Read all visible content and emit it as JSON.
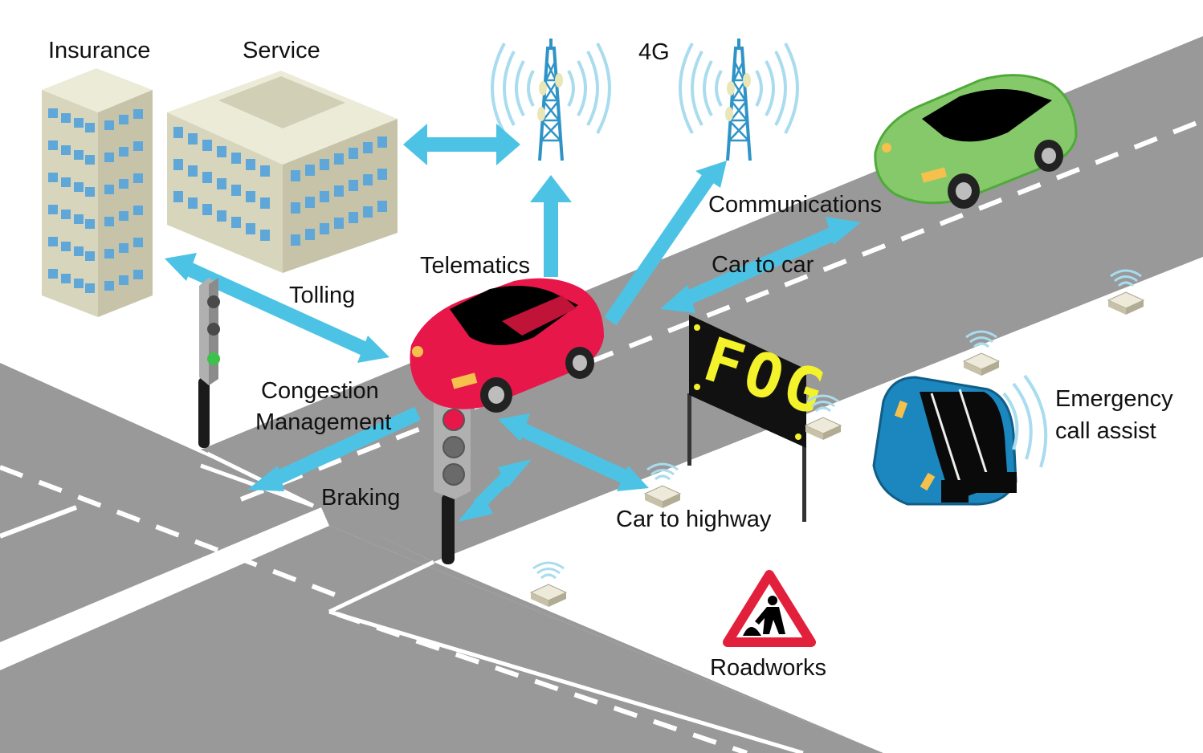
{
  "labels": {
    "insurance": "Insurance",
    "service": "Service",
    "g4": "4G",
    "communications": "Communications",
    "car_to_car": "Car to car",
    "telematics": "Telematics",
    "tolling": "Tolling",
    "congestion_line1": "Congestion",
    "congestion_line2": "Management",
    "braking": "Braking",
    "car_to_highway": "Car to highway",
    "emergency_line1": "Emergency",
    "emergency_line2": "call assist",
    "roadworks": "Roadworks"
  },
  "sign": {
    "text": "FOG"
  },
  "colors": {
    "road": "#999999",
    "arrow": "#4cc3e5",
    "red_car": "#e8174a",
    "green_car": "#86c96a",
    "blue_car": "#1c86bf",
    "sign_text": "#f4f22b",
    "warning_red": "#e2203b"
  },
  "icons": [
    "radio-tower-icon",
    "traffic-light-icon",
    "road-sensor-icon",
    "roadworks-sign-icon",
    "office-building-icon"
  ]
}
